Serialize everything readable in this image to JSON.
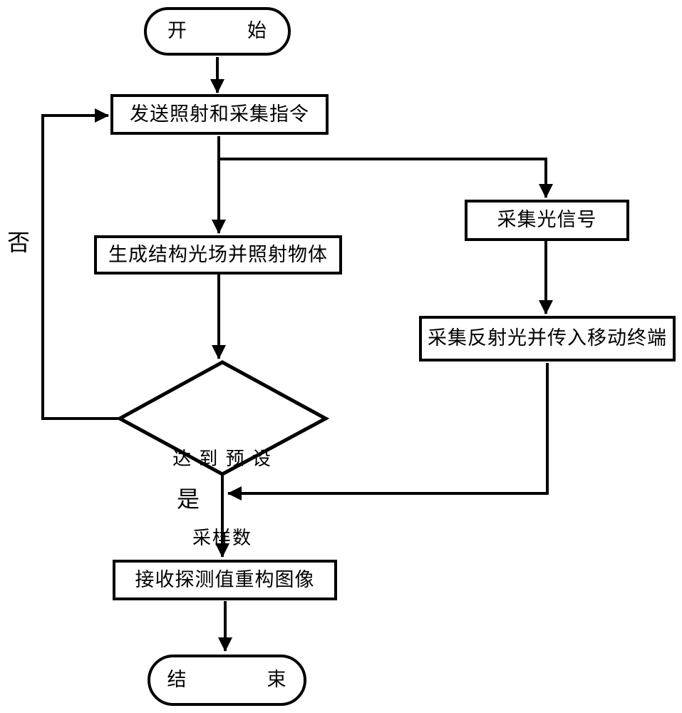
{
  "diagram": {
    "colors": {
      "background": "#ffffff",
      "line": "#000000",
      "text": "#000000"
    },
    "nodes": {
      "start": {
        "type": "terminal",
        "label": "开　　　始"
      },
      "send_command": {
        "type": "process",
        "label": "发送照射和采集指令"
      },
      "generate_light_field": {
        "type": "process",
        "label": "生成结构光场并照射物体"
      },
      "collect_light_signal": {
        "type": "process",
        "label": "采集光信号"
      },
      "collect_reflected_light": {
        "type": "process",
        "label": "采集反射光并传入移动终端"
      },
      "decision_sampling": {
        "type": "decision",
        "line1": "达 到 预 设",
        "line2": "采样数"
      },
      "reconstruct_image": {
        "type": "process",
        "label": "接收探测值重构图像"
      },
      "end": {
        "type": "terminal",
        "label": "结　　　　束"
      }
    },
    "edge_labels": {
      "no": "否",
      "yes": "是"
    }
  }
}
